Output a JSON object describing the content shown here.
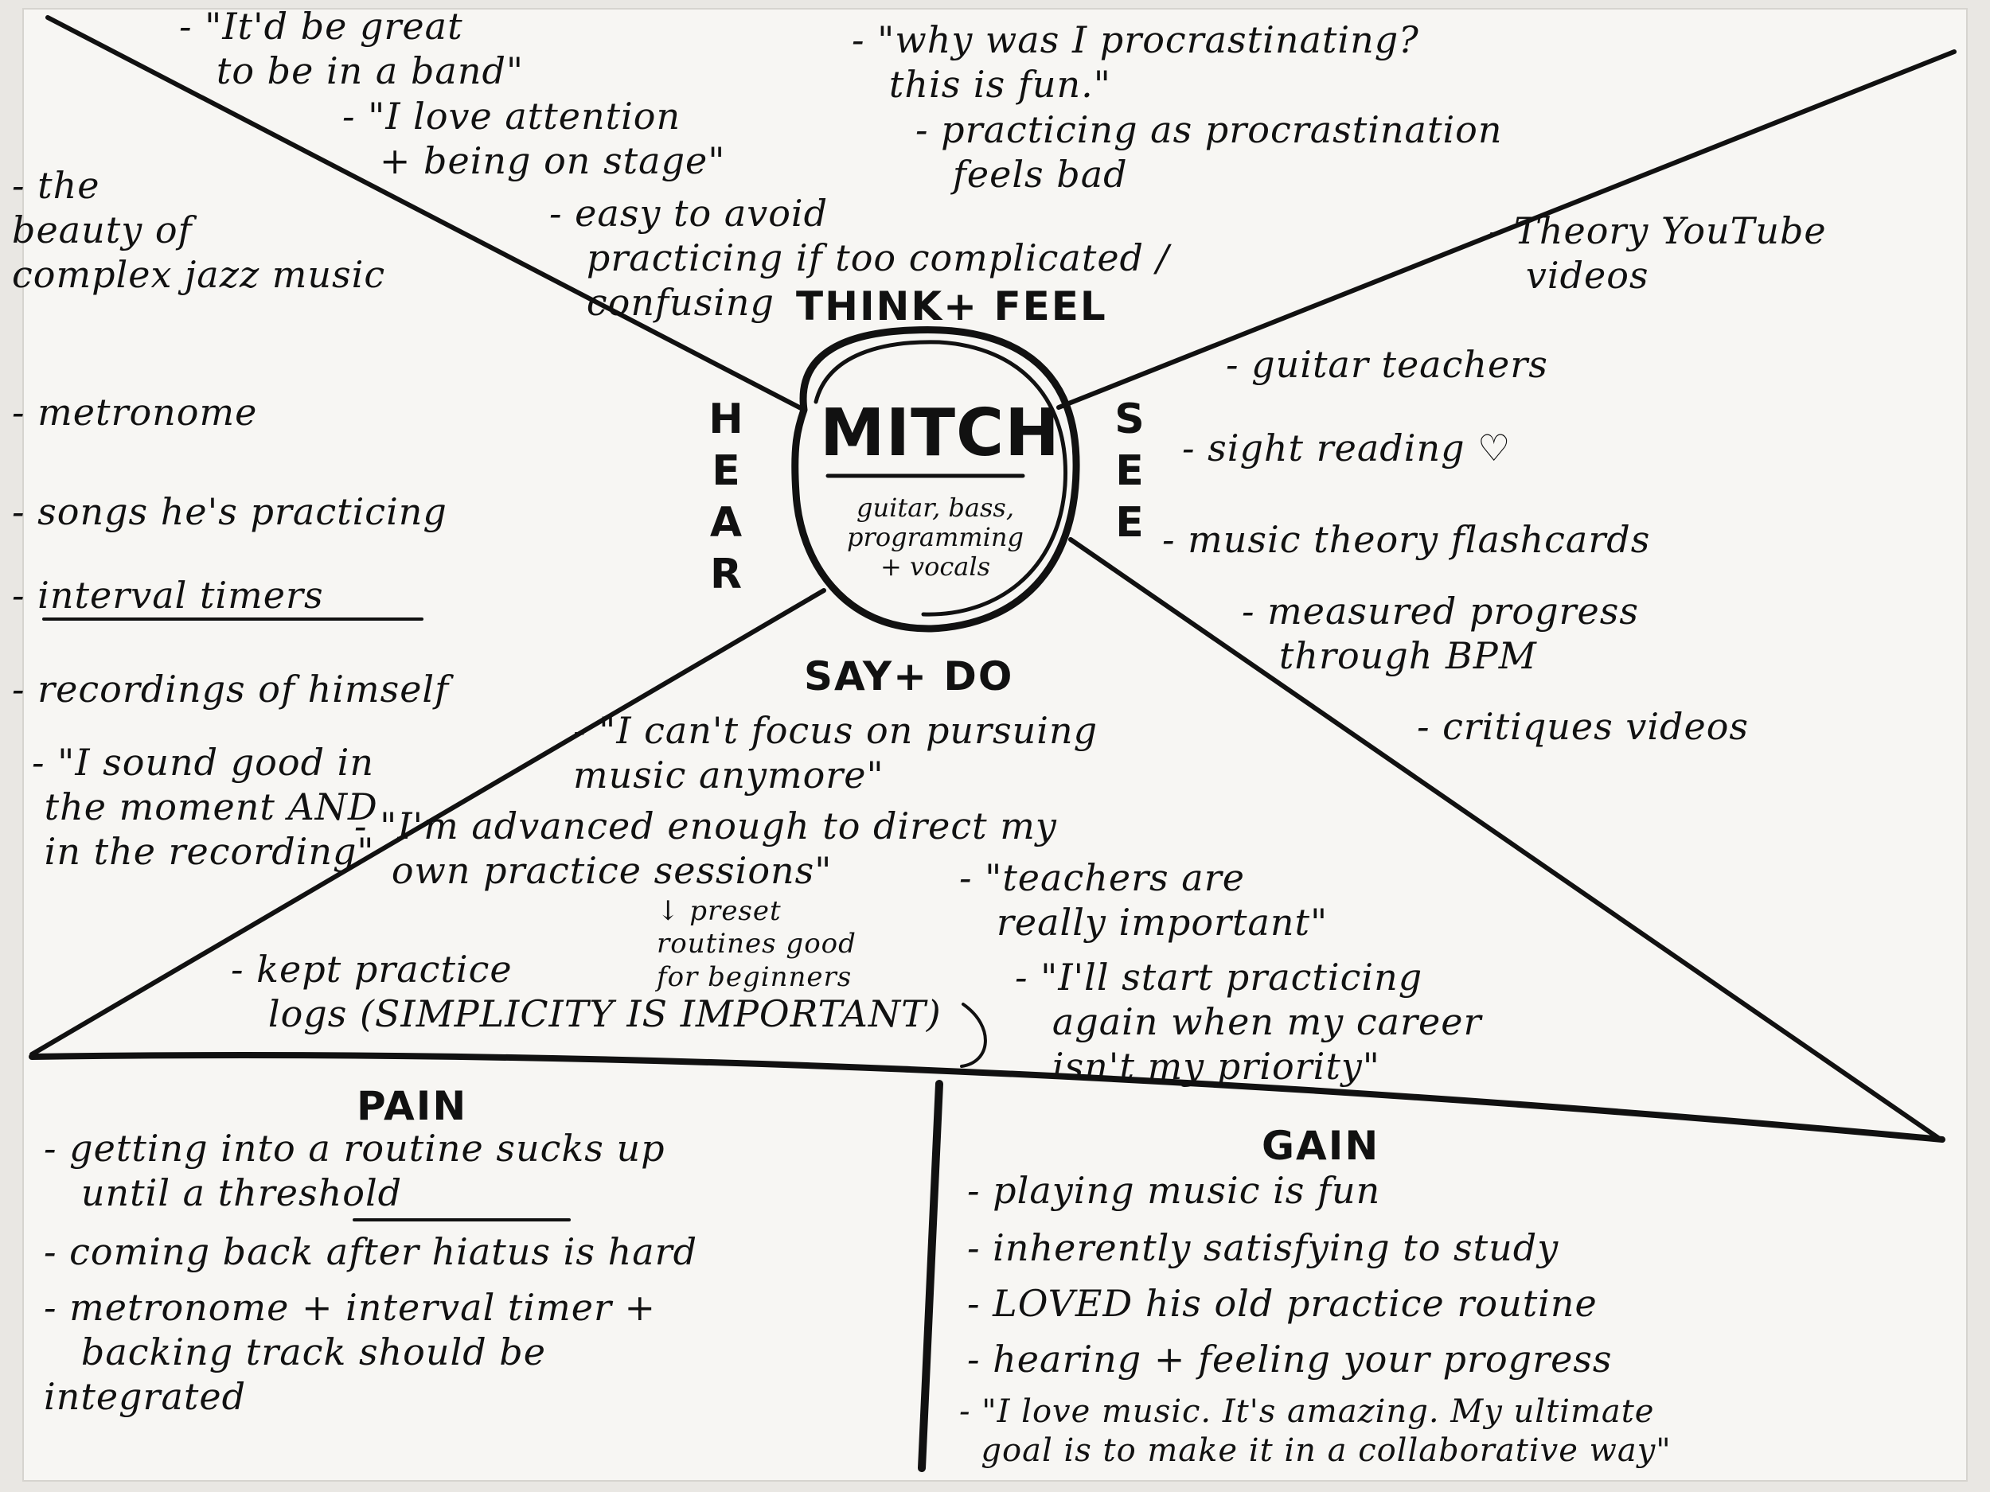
{
  "persona": {
    "name": "MITCH",
    "roles": "guitar, bass,\nprogramming\n+ vocals"
  },
  "sections": {
    "think_feel": {
      "label": "THINK+ FEEL",
      "notes": [
        "- \"It'd be great\n   to be in a band\"",
        "- \"I love attention\n   + being on stage\"",
        "- easy to avoid\n   practicing if too complicated /\n   confusing",
        "- \"why was I procrastinating?\n   this is fun.\"",
        "- practicing as procrastination\n   feels bad"
      ]
    },
    "hear": {
      "label": "HEAR",
      "notes": [
        "- the\nbeauty of\ncomplex jazz music",
        "- metronome",
        "- songs he's practicing",
        "- interval timers",
        "- recordings of himself",
        "- \"I sound good in\n the moment AND\n in the recording\""
      ]
    },
    "see": {
      "label": "SEE",
      "notes": [
        "- Theory YouTube\n   videos",
        "- guitar teachers",
        "- sight reading ♡",
        "- music theory flashcards",
        "- measured progress\n   through BPM",
        "- critiques videos"
      ]
    },
    "say_do": {
      "label": "SAY+ DO",
      "notes": [
        "- \"I can't focus on pursuing\nmusic anymore\"",
        "- \"I'm advanced enough to direct my\n   own practice sessions\"",
        "↓ preset\nroutines good\nfor beginners",
        "- kept practice\n   logs (SIMPLICITY IS IMPORTANT)",
        "- \"teachers are\n   really important\"",
        "- \"I'll start practicing\n   again when my career\n   isn't my priority\""
      ]
    },
    "pain": {
      "label": "PAIN",
      "notes": [
        "- getting into a routine sucks up\n   until a threshold",
        "- coming back after hiatus is hard",
        "- metronome + interval timer +\n   backing track should be\nintegrated"
      ]
    },
    "gain": {
      "label": "GAIN",
      "notes": [
        "- playing music is fun",
        "- inherently satisfying to study",
        "- LOVED his old practice routine",
        "- hearing + feeling your progress",
        "- \"I love music. It's amazing. My ultimate\n  goal is to make it in a collaborative way\""
      ]
    }
  }
}
